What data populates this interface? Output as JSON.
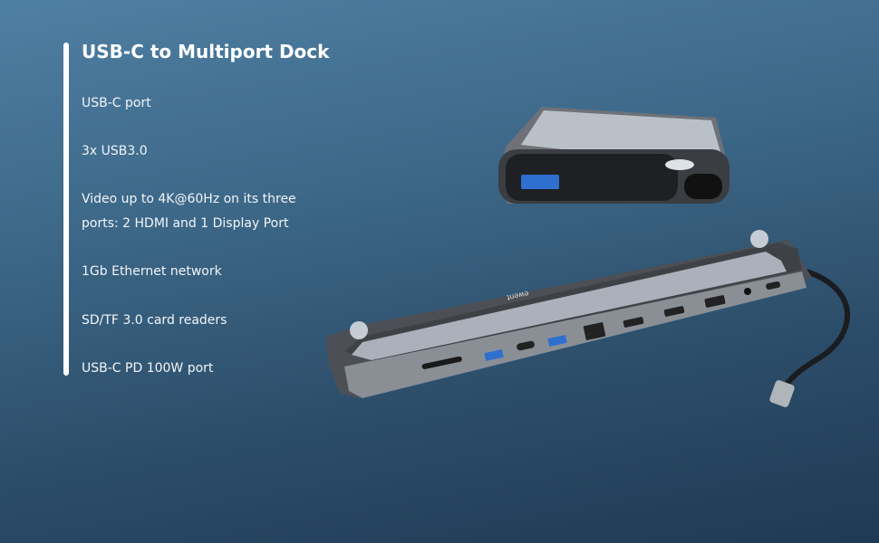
{
  "title": "USB-C to Multiport Dock",
  "features": [
    "USB-C port",
    "3x USB3.0",
    "Video up to 4K@60Hz on its three",
    "ports: 2 HDMI and 1 Display Port",
    "1Gb Ethernet network",
    "SD/TF 3.0 card readers",
    "USB-C PD 100W port"
  ],
  "product_logo": "ewent",
  "colors": {
    "accent_bar": "#ffffff",
    "usb_blue": "#2f6fd0"
  }
}
